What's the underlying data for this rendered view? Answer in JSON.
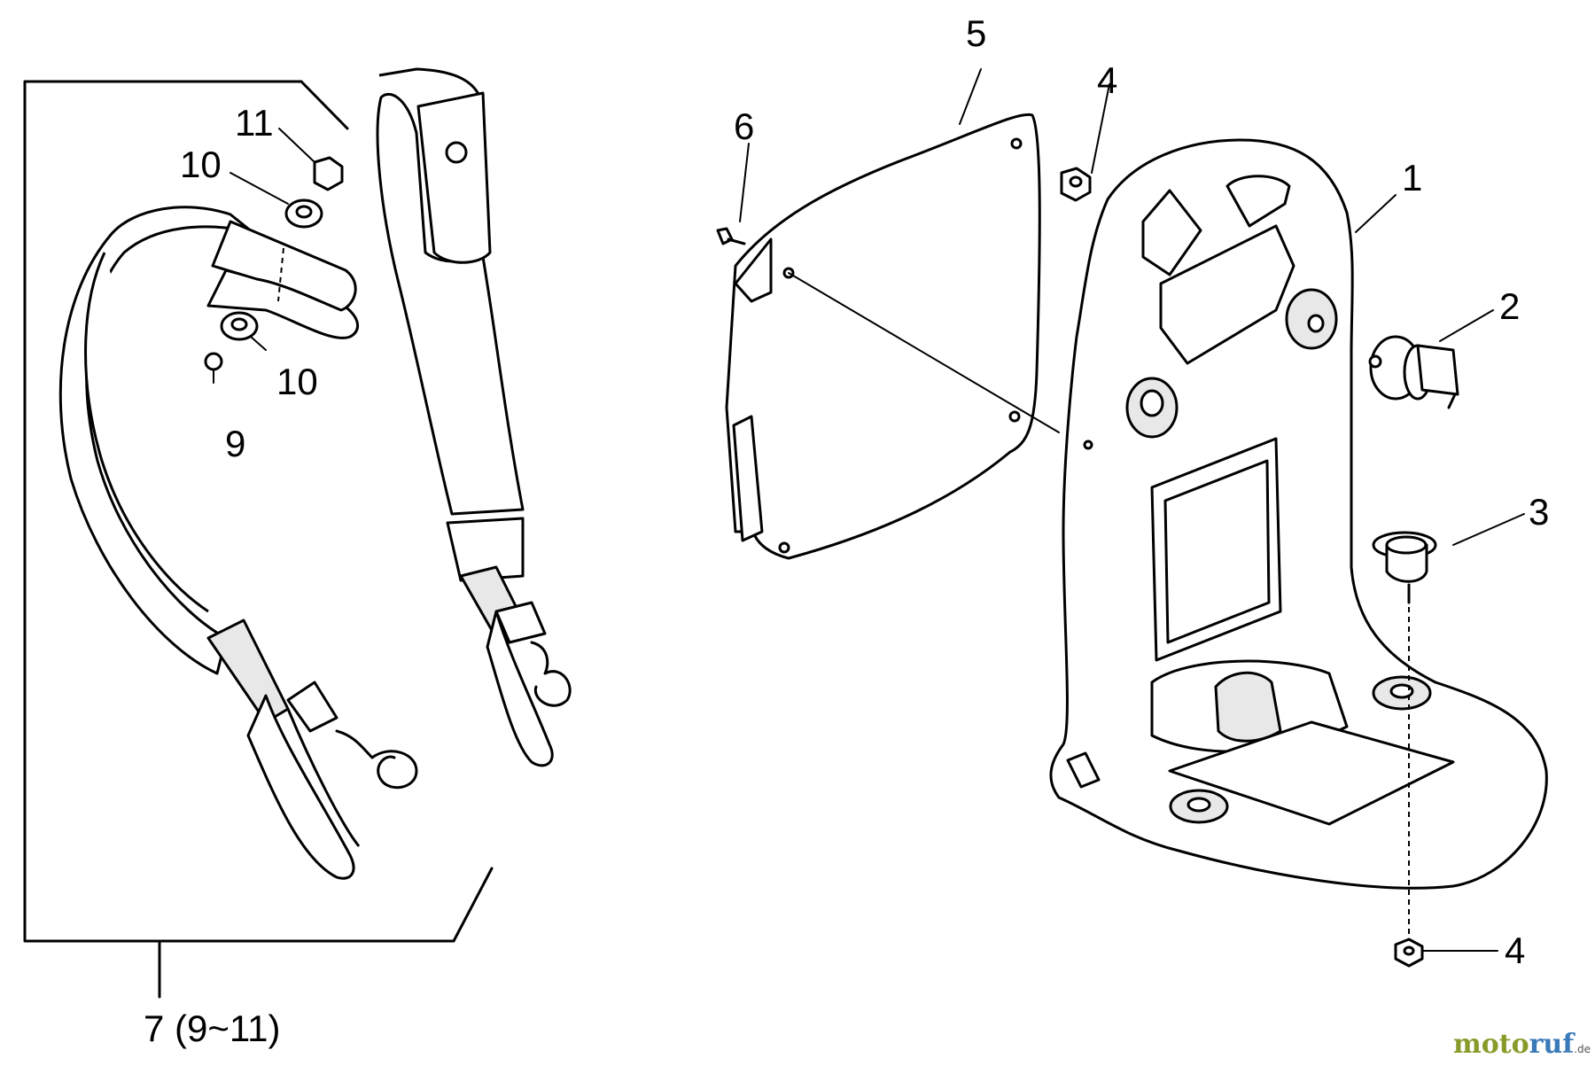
{
  "labels": {
    "p1": "1",
    "p2": "2",
    "p3": "3",
    "p4a": "4",
    "p4b": "4",
    "p5": "5",
    "p6": "6",
    "p7": "7 (9~11)",
    "p9": "9",
    "p10a": "10",
    "p10b": "10",
    "p11": "11"
  },
  "watermark": {
    "part1": "moto",
    "part2": "ruf",
    "suffix": ".de"
  }
}
